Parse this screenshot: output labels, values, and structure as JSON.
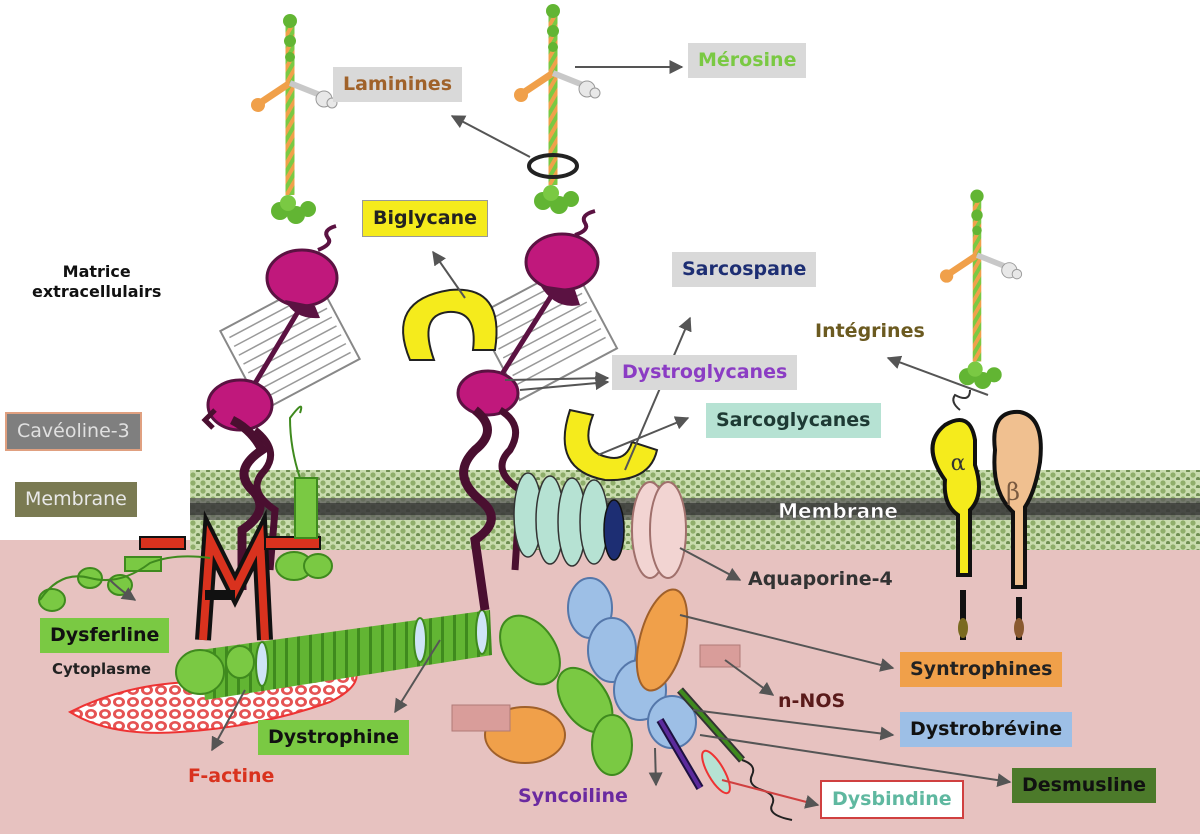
{
  "labels": {
    "laminines": "Laminines",
    "merosine": "Mérosine",
    "biglycane": "Biglycane",
    "sarcospane": "Sarcospane",
    "matrice_line1": "Matrice",
    "matrice_line2": "extracellulairs",
    "integrines": "Intégrines",
    "dystroglycanes": "Dystroglycanes",
    "sarcoglycanes": "Sarcoglycanes",
    "caveoline": "Cavéoline-3",
    "membrane_box": "Membrane",
    "membrane_band": "Membrane",
    "aquaporine": "Aquaporine-4",
    "dysferline": "Dysferline",
    "cytoplasme": "Cytoplasme",
    "syntrophines": "Syntrophines",
    "nnos": "n-NOS",
    "dystrophine": "Dystrophine",
    "dystrobrevine": "Dystrobrévine",
    "factine": "F-actine",
    "syncoiline": "Syncoiline",
    "dysbindine": "Dysbindine",
    "desmusline": "Desmusline",
    "alpha": "α",
    "beta": "β",
    "m_letter": "M"
  },
  "colors": {
    "cytoplasm": "#e7c2c0",
    "membrane_green": "#a6c68a",
    "magenta": "#c0187c",
    "dark_purple": "#5b1242",
    "green": "#7ac943",
    "yellow": "#f5eb1c",
    "orange": "#f0a04a",
    "light_blue": "#9dbfe6",
    "teal": "#b6e2d3",
    "navy": "#1d2e73",
    "red": "#d9321e"
  },
  "icons": {
    "laminin": "laminin-cross-icon",
    "integrin": "integrin-dimer-icon"
  }
}
